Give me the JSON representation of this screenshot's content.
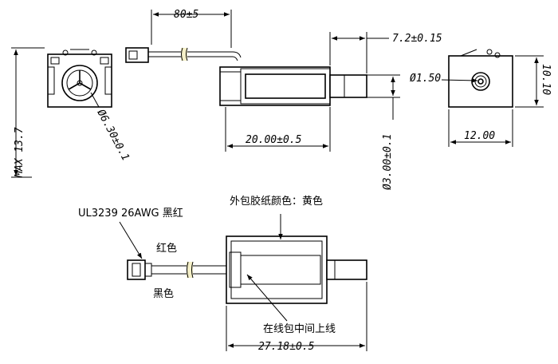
{
  "dimensions": {
    "lead_length": "80±5",
    "plunger_protrusion": "7.2±0.15",
    "max_height": "MAX 13.7",
    "end_diameter": "Ø6.30±0.1",
    "body_length": "20.00±0.5",
    "plunger_diameter": "Ø3.00±0.1",
    "hole_diameter": "Ø1.50",
    "side_height": "10.10",
    "side_width": "12.00",
    "total_length": "27.18±0.5"
  },
  "notes": {
    "wire_spec": "UL3239 26AWG 黑红",
    "wrap_tape_color": "外包胶纸颜色：黄色",
    "red_wire": "红色",
    "black_wire": "黑色",
    "coil_lead": "在线包中间上线"
  },
  "colors": {
    "tape_highlight": "#f5f0c8"
  }
}
